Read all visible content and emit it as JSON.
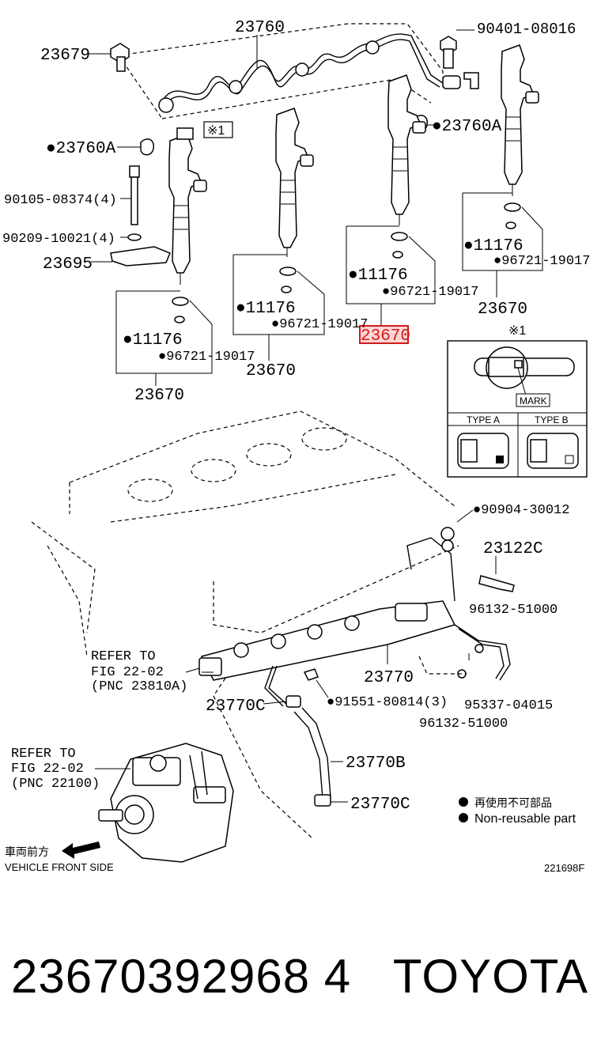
{
  "diagram": {
    "labels": {
      "l23760": "23760",
      "l23679": "23679",
      "l90401": "90401-08016",
      "l23760a_left": "●23760A",
      "l23760a_right": "●23760A",
      "mark_ref": "※1",
      "l90105": "90105-08374(4)",
      "l90209": "90209-10021(4)",
      "l23695": "23695",
      "g1_11176": "●11176",
      "g1_96721": "●96721-19017",
      "g1_23670": "23670",
      "g2_11176": "●11176",
      "g2_96721": "●96721-19017",
      "g2_23670": "23670",
      "g3_11176": "●11176",
      "g3_96721": "●96721-19017",
      "g3_23670": "23670",
      "g4_11176": "●11176",
      "g4_96721": "●96721-19017",
      "g4_23670": "23670",
      "l90904": "●90904-30012",
      "l23122c": "23122C",
      "l96132_a": "96132-51000",
      "refer1_line1": "REFER TO",
      "refer1_line2": "FIG 22-02",
      "refer1_line3": "(PNC 23810A)",
      "l23770": "23770",
      "l23770c_a": "23770C",
      "l91551": "●91551-80814(3)",
      "l95337": "95337-04015",
      "l96132_b": "96132-51000",
      "refer2_line1": "REFER TO",
      "refer2_line2": "FIG 22-02",
      "refer2_line3": "(PNC 22100)",
      "l23770b": "23770B",
      "l23770c_b": "23770C",
      "direction_jp": "車両前方",
      "direction_en": "VEHICLE FRONT SIDE",
      "figure_id": "221698F"
    },
    "detail_box": {
      "title": "※1",
      "mark_label": "MARK",
      "type_a": "TYPE A",
      "type_b": "TYPE B"
    },
    "legend": {
      "jp": "再使用不可部品",
      "en": "Non-reusable part"
    },
    "highlight_color": "#d11a1a"
  },
  "footer": {
    "part_number": "23670392968 4",
    "brand": "TOYOTA"
  }
}
